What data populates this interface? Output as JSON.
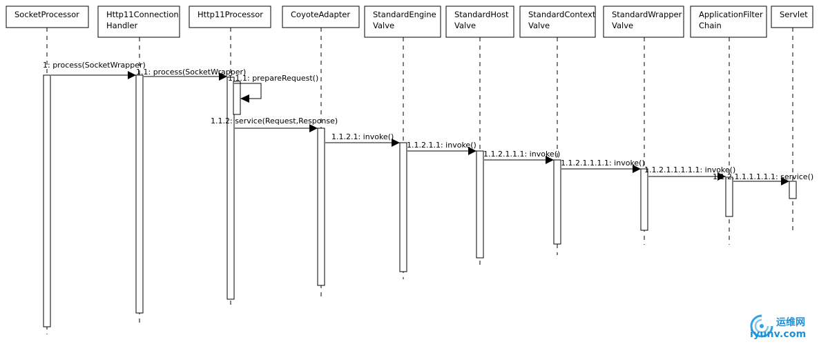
{
  "participants": [
    {
      "line1": "SocketProcessor",
      "line2": ""
    },
    {
      "line1": "Http11Connection",
      "line2": "Handler"
    },
    {
      "line1": "Http11Processor",
      "line2": ""
    },
    {
      "line1": "CoyoteAdapter",
      "line2": ""
    },
    {
      "line1": "StandardEngine",
      "line2": "Valve"
    },
    {
      "line1": "StandardHost",
      "line2": "Valve"
    },
    {
      "line1": "StandardContext",
      "line2": "Valve"
    },
    {
      "line1": "StandardWrapper",
      "line2": "Valve"
    },
    {
      "line1": "ApplicationFilter",
      "line2": "Chain"
    },
    {
      "line1": "Servlet",
      "line2": ""
    }
  ],
  "messages": [
    {
      "label": "1: process(SocketWrapper)",
      "from": 0,
      "to": 1
    },
    {
      "label": "1.1: process(SocketWrapper)",
      "from": 1,
      "to": 2
    },
    {
      "label": "1.1.1: prepareRequest()",
      "from": 2,
      "to": 2,
      "self": true
    },
    {
      "label": "1.1.2: service(Request,Response)",
      "from": 2,
      "to": 3
    },
    {
      "label": "1.1.2.1: invoke()",
      "from": 3,
      "to": 4
    },
    {
      "label": "1.1.2.1.1: invoke()",
      "from": 4,
      "to": 5
    },
    {
      "label": "1.1.2.1.1.1: invoke()",
      "from": 5,
      "to": 6
    },
    {
      "label": "1.1.2.1.1.1.1: invoke()",
      "from": 6,
      "to": 7
    },
    {
      "label": "1.1.2.1.1.1.1.1: invoke()",
      "from": 7,
      "to": 8
    },
    {
      "label": "1.1.2.1.1.1.1.1.1: service()",
      "from": 8,
      "to": 9
    }
  ],
  "watermark": {
    "brand_cn": "运维网",
    "url": "iyunv.com"
  }
}
